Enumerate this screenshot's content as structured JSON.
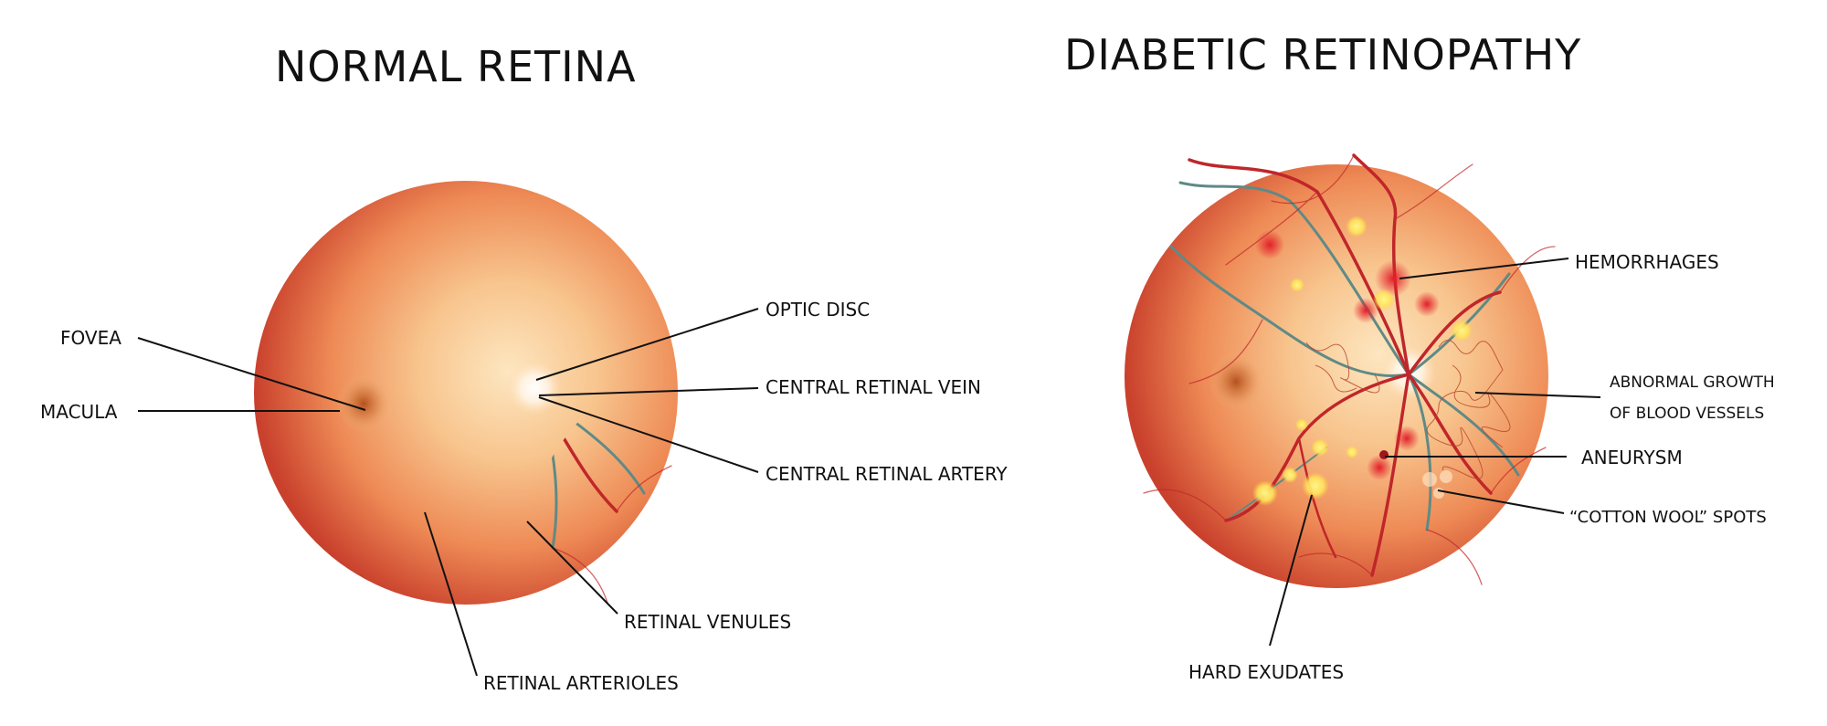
{
  "normal": {
    "title": "NORMAL RETINA",
    "labels": {
      "fovea": "FOVEA",
      "macula": "MACULA",
      "optic_disc": "OPTIC DISC",
      "central_retinal_vein": "CENTRAL RETINAL VEIN",
      "central_retinal_artery": "CENTRAL RETINAL ARTERY",
      "retinal_venules": "RETINAL VENULES",
      "retinal_arterioles": "RETINAL ARTERIOLES"
    }
  },
  "diabetic": {
    "title": "DIABETIC RETINOPATHY",
    "labels": {
      "hemorrhages": "HEMORRHAGES",
      "abnormal_growth_line1": "ABNORMAL GROWTH",
      "abnormal_growth_line2": "OF BLOOD VESSELS",
      "aneurysm": "ANEURYSM",
      "cotton_wool_spots": "“COTTON WOOL” SPOTS",
      "hard_exudates": "HARD EXUDATES"
    }
  },
  "colors": {
    "retina_edge": "#c9402c",
    "retina_center": "#fbd9a6",
    "artery": "#c0262a",
    "vein": "#5f8a86",
    "exudate": "#fff06a"
  }
}
